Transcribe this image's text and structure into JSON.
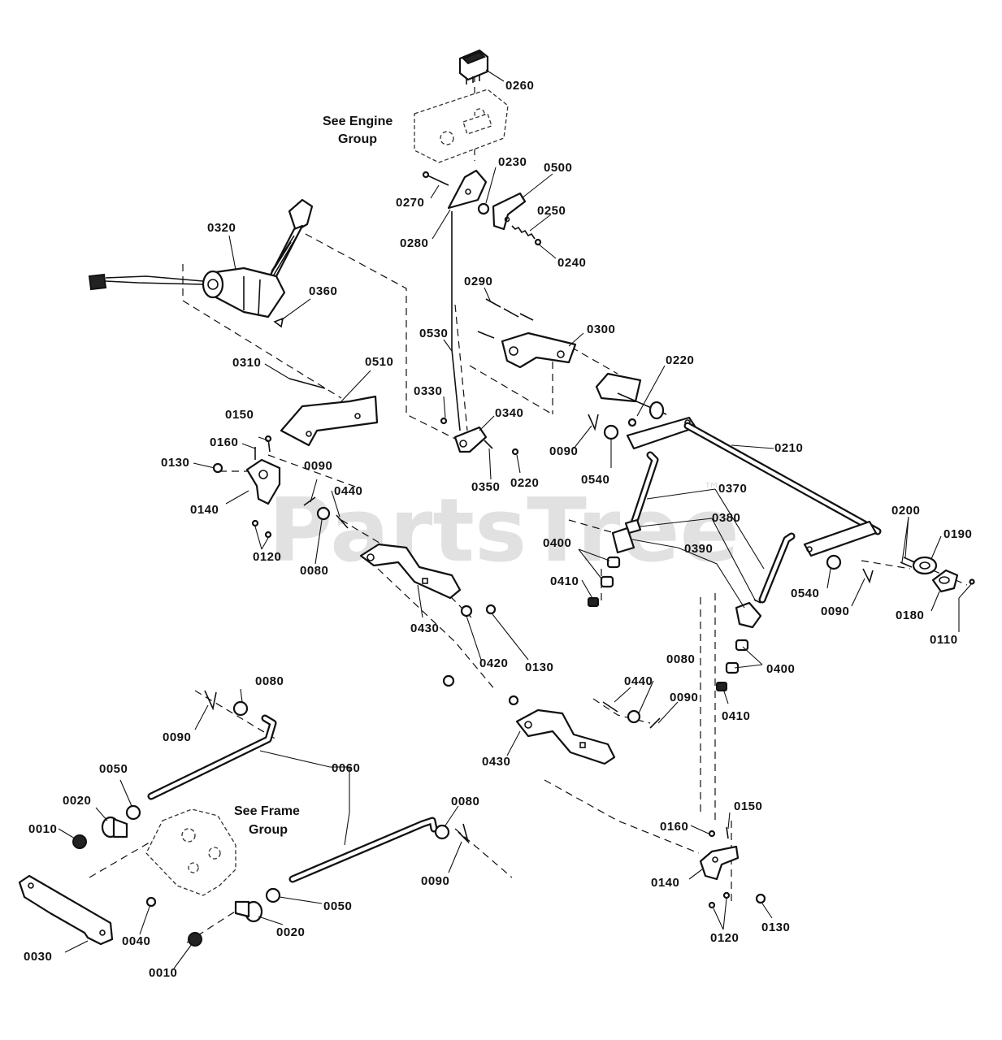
{
  "watermark": {
    "text": "PartsTree",
    "trademark": "™"
  },
  "notes": {
    "engine": [
      "See Engine",
      "Group"
    ],
    "frame": [
      "See Frame",
      "Group"
    ]
  },
  "callouts": {
    "c0260": "0260",
    "c0230": "0230",
    "c0500": "0500",
    "c0270": "0270",
    "c0250": "0250",
    "c0280": "0280",
    "c0240": "0240",
    "c0320": "0320",
    "c0360": "0360",
    "c0290": "0290",
    "c0530": "0530",
    "c0300": "0300",
    "c0310": "0310",
    "c0510": "0510",
    "c0220a": "0220",
    "c0330": "0330",
    "c0340": "0340",
    "c0150a": "0150",
    "c0160a": "0160",
    "c0090a": "0090",
    "c0210": "0210",
    "c0130a": "0130",
    "c0090b": "0090",
    "c0350": "0350",
    "c0220b": "0220",
    "c0540a": "0540",
    "c0140a": "0140",
    "c0440a": "0440",
    "c0370": "0370",
    "c0200": "0200",
    "c0190": "0190",
    "c0380": "0380",
    "c0120a": "0120",
    "c0400a": "0400",
    "c0390": "0390",
    "c0080a": "0080",
    "c0410a": "0410",
    "c0540b": "0540",
    "c0090c": "0090",
    "c0180": "0180",
    "c0430a": "0430",
    "c0110": "0110",
    "c0420": "0420",
    "c0130b": "0130",
    "c0400b": "0400",
    "c0080b": "0080",
    "c0440b": "0440",
    "c0080c": "0080",
    "c0090d": "0090",
    "c0410b": "0410",
    "c0090e": "0090",
    "c0430b": "0430",
    "c0050a": "0050",
    "c0060": "0060",
    "c0020a": "0020",
    "c0010a": "0010",
    "c0080d": "0080",
    "c0150b": "0150",
    "c0160b": "0160",
    "c0090f": "0090",
    "c0140b": "0140",
    "c0050b": "0050",
    "c0040": "0040",
    "c0020b": "0020",
    "c0120b": "0120",
    "c0130c": "0130",
    "c0030": "0030",
    "c0010b": "0010"
  }
}
